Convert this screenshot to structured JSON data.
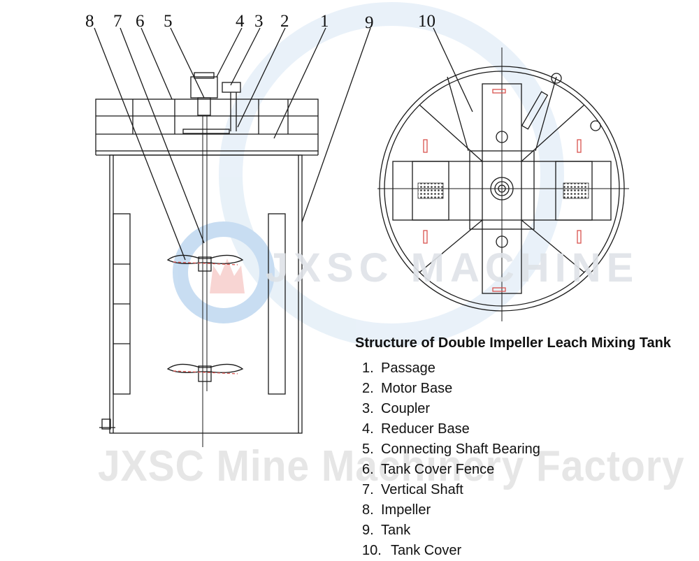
{
  "watermark": {
    "center_text": "JXSC MACHINE",
    "bottom_text": "JXSC Mine Machinery Factory"
  },
  "callouts": [
    "8",
    "7",
    "6",
    "5",
    "4",
    "3",
    "2",
    "1",
    "9",
    "10"
  ],
  "legend": {
    "title": "Structure of Double Impeller Leach Mixing Tank",
    "items": [
      {
        "num": "1.",
        "label": "Passage"
      },
      {
        "num": "2.",
        "label": "Motor Base"
      },
      {
        "num": "3.",
        "label": "Coupler"
      },
      {
        "num": "4.",
        "label": "Reducer Base"
      },
      {
        "num": "5.",
        "label": "Connecting Shaft Bearing"
      },
      {
        "num": "6.",
        "label": "Tank Cover Fence"
      },
      {
        "num": "7.",
        "label": "Vertical Shaft"
      },
      {
        "num": "8.",
        "label": "Impeller"
      },
      {
        "num": "9.",
        "label": "Tank"
      },
      {
        "num": "10.",
        "label": "Tank Cover"
      }
    ]
  },
  "colors": {
    "line": "#1a1a1a",
    "accent_red": "#d9534f",
    "watermark_blue": "#7fb2e0",
    "watermark_gray": "#e6e6e6"
  }
}
